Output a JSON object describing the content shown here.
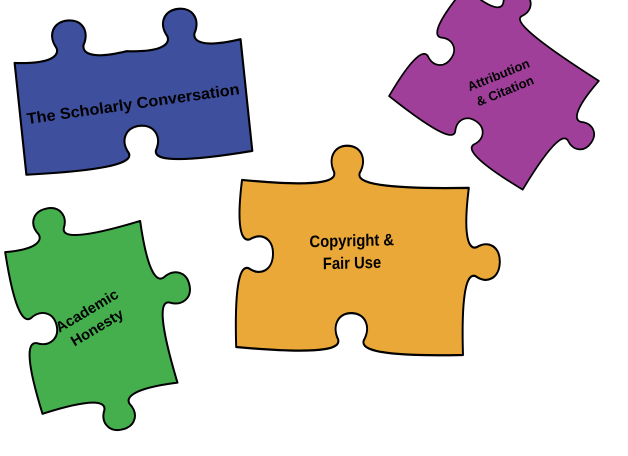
{
  "canvas": {
    "background": "#ffffff",
    "outline_color": "#000000",
    "text_color": "#000000"
  },
  "pieces": {
    "scholarly": {
      "label": "The Scholarly Conversation",
      "color": "#3e4f9e"
    },
    "attribution": {
      "line1": "Attribution",
      "line2": "& Citation",
      "color": "#9f3f9a"
    },
    "copyright": {
      "line1": "Copyright &",
      "line2": "Fair Use",
      "color": "#eaa838"
    },
    "academic": {
      "line1": "Academic",
      "line2": "Honesty",
      "color": "#45ae4d"
    }
  }
}
